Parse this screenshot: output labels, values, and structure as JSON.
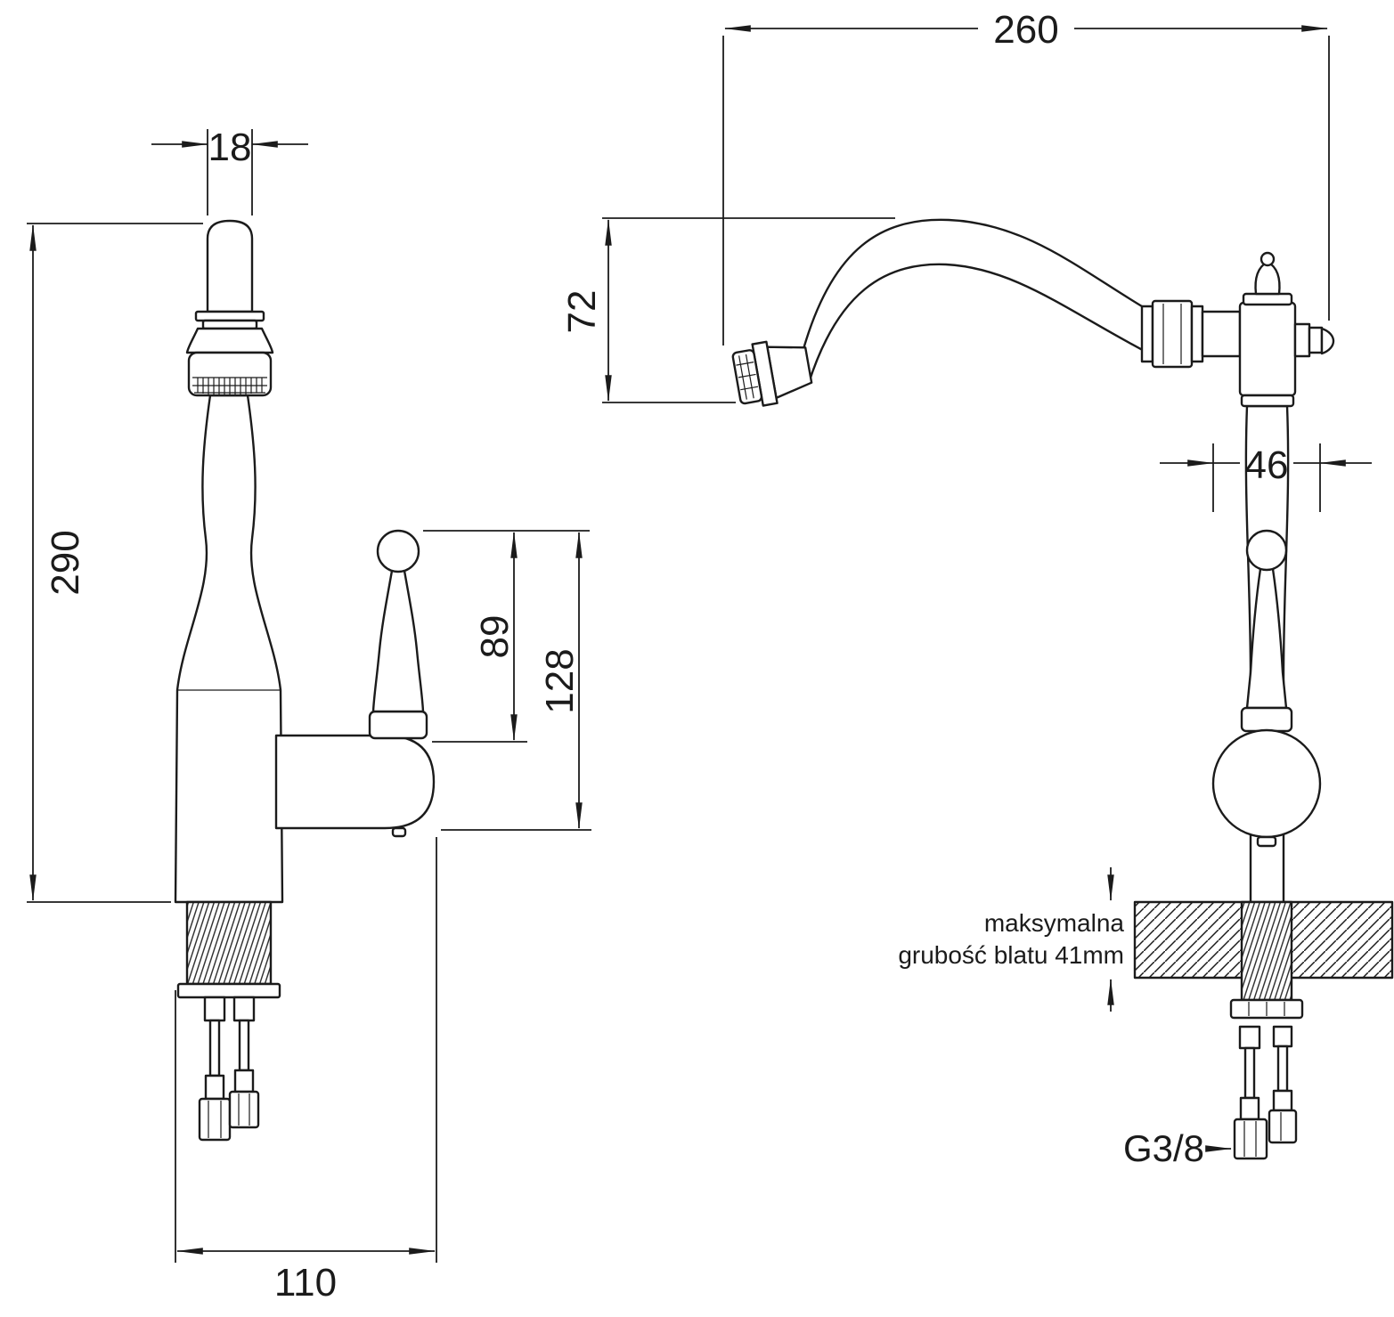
{
  "side_view": {
    "dims": {
      "spout_diameter": "18",
      "total_height": "290",
      "handle_height": "89",
      "handle_to_body_base": "128",
      "base_depth": "110"
    }
  },
  "front_view": {
    "dims": {
      "spout_reach": "260",
      "spout_drop": "72",
      "body_width": "46"
    },
    "thread_label": "G3/8",
    "countertop_note": {
      "line1": "maksymalna",
      "line2": "grubość blatu 41mm"
    }
  }
}
